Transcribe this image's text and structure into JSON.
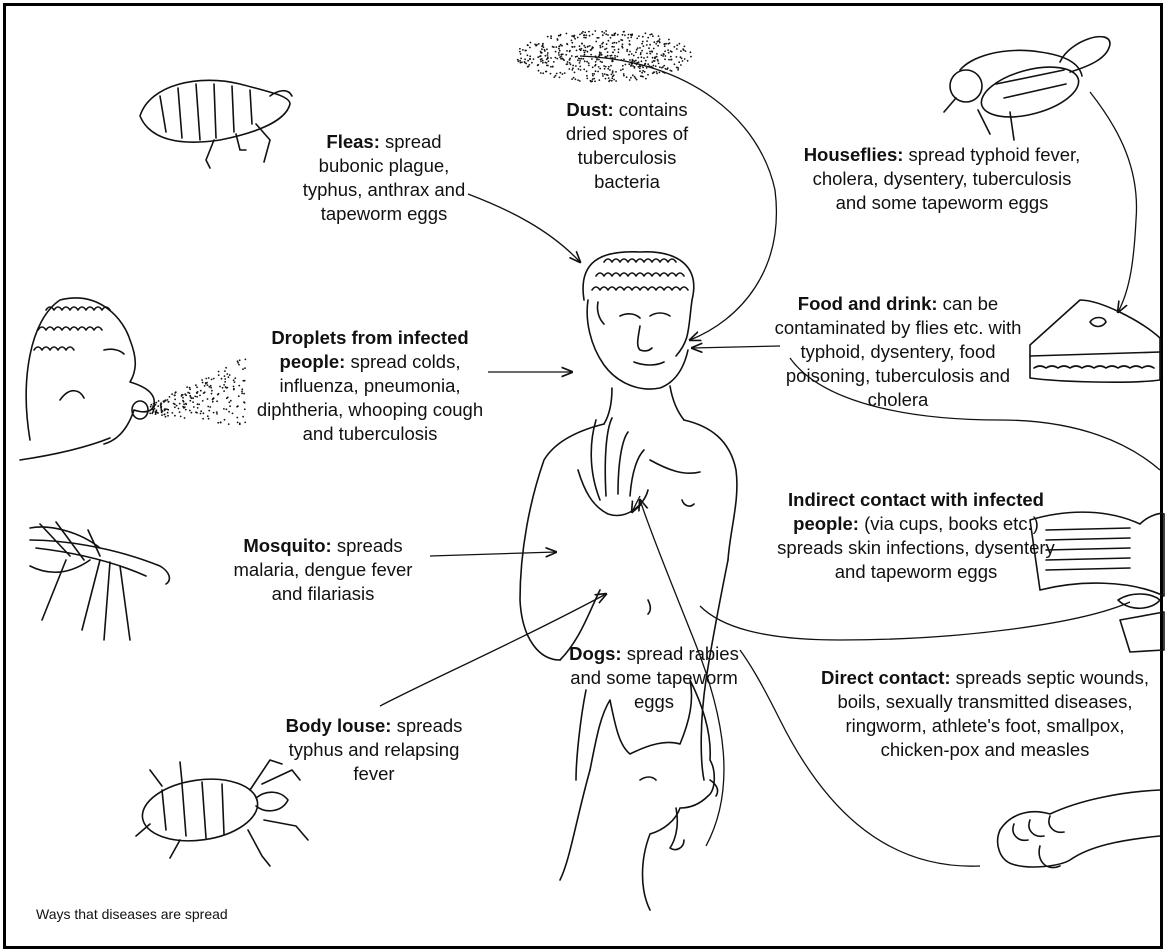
{
  "labels": {
    "fleas": {
      "name": "Fleas:",
      "text": "spread bubonic plague, typhus, anthrax and tapeworm eggs"
    },
    "dust": {
      "name": "Dust:",
      "text": "contains dried spores of tuberculosis bacteria"
    },
    "houseflies": {
      "name": "Houseflies:",
      "text": "spread typhoid fever, cholera, dysentery, tuberculosis and some tapeworm eggs"
    },
    "droplets": {
      "name": "Droplets from infected people:",
      "text": "spread colds, influenza, pneumonia, diphtheria, whooping cough and tuberculosis"
    },
    "food": {
      "name": "Food and drink:",
      "text": "can be contaminated by flies etc. with typhoid, dysentery, food poisoning, tuberculosis and cholera"
    },
    "mosquito": {
      "name": "Mosquito:",
      "text": "spreads malaria, dengue fever and filariasis"
    },
    "indirect": {
      "name": "Indirect contact with infected people:",
      "text": "(via cups, books etc.) spreads skin infections, dysentery and tapeworm eggs"
    },
    "louse": {
      "name": "Body louse:",
      "text": "spreads typhus and relapsing fever"
    },
    "dogs": {
      "name": "Dogs:",
      "text": "spread rabies and some tapeworm eggs"
    },
    "direct": {
      "name": "Direct contact:",
      "text": "spreads septic wounds, boils, sexually transmitted diseases, ringworm, athlete's foot, smallpox, chicken-pox and measles"
    }
  },
  "caption": "Ways that diseases are spread"
}
